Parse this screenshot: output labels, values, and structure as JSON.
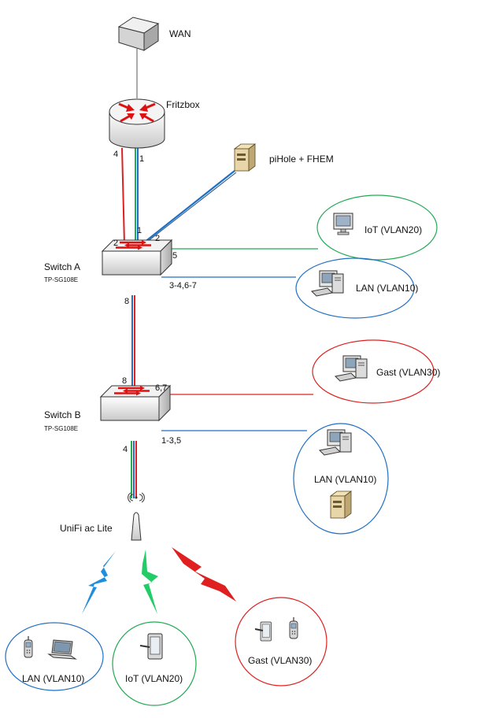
{
  "colors": {
    "vlan10": "#1f6fc5",
    "vlan20": "#22aa55",
    "vlan30": "#e02020",
    "wan": "#555555"
  },
  "nodes": {
    "wan": {
      "label": "WAN",
      "icon": "wan-box-icon"
    },
    "router": {
      "label": "Fritzbox",
      "icon": "router-icon"
    },
    "pihole": {
      "label": "piHole + FHEM",
      "icon": "server-icon"
    },
    "switch_a": {
      "label": "Switch A",
      "model": "TP-SG108E",
      "icon": "switch-icon"
    },
    "switch_b": {
      "label": "Switch B",
      "model": "TP-SG108E",
      "icon": "switch-icon"
    },
    "ap": {
      "label": "UniFi ac Lite",
      "icon": "access-point-icon"
    }
  },
  "ports": {
    "router_red": "4",
    "router_blue": "1",
    "sa_red": "2",
    "sa_blue": "1",
    "sa_pihole": "2",
    "sa_iot": "5",
    "sa_lan": "3-4,6-7",
    "sa_down": "8",
    "sb_up": "8",
    "sb_gast": "6,7",
    "sb_lan": "1-3,5",
    "sb_down": "4"
  },
  "groups": {
    "iot_wired": "IoT (VLAN20)",
    "lan_a": "LAN (VLAN10)",
    "gast_wired": "Gast (VLAN30)",
    "lan_b": "LAN (VLAN10)",
    "lan_wifi": "LAN (VLAN10)",
    "iot_wifi": "IoT (VLAN20)",
    "gast_wifi": "Gast (VLAN30)"
  }
}
